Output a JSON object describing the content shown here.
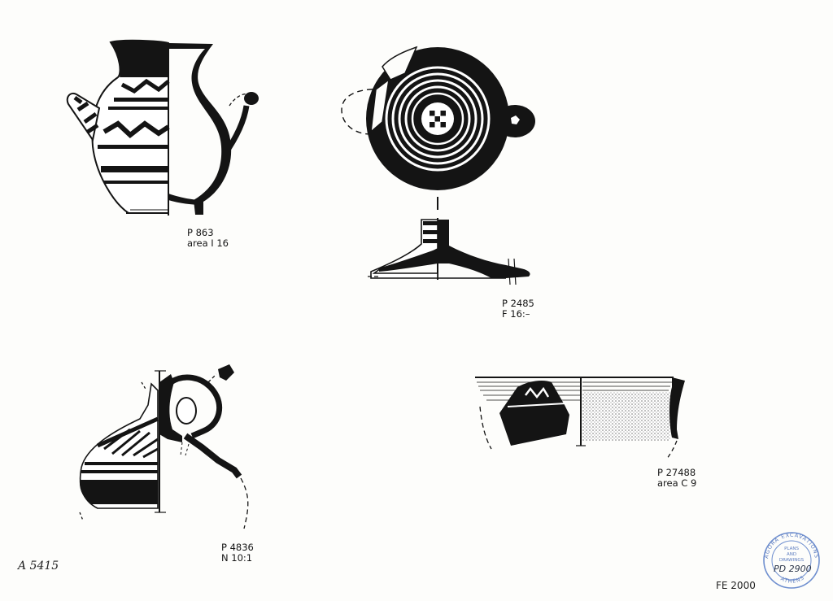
{
  "sheet": {
    "sheet_number": "A 5415",
    "filing_code": "FE 2000"
  },
  "drawings": [
    {
      "id": "p863",
      "inventory": "P 863",
      "location": "area I 16",
      "icon": "jug-profile-drawing"
    },
    {
      "id": "p2485",
      "inventory": "P 2485",
      "location": "F 16:–",
      "icon": "lamp-plan-and-section-drawing"
    },
    {
      "id": "p4836",
      "inventory": "P 4836",
      "location": "N 10:1",
      "icon": "oinochoe-fragment-drawing"
    },
    {
      "id": "p27488",
      "inventory": "P 27488",
      "location": "area C 9",
      "icon": "bowl-rim-fragment-drawing"
    }
  ],
  "stamp": {
    "ring_text_top": "AGORA EXCAVATIONS",
    "ring_text_bottom": "ATHENS",
    "center_lines": [
      "PLANS",
      "AND",
      "DRAWINGS"
    ],
    "number": "PD 2900",
    "color": "#4a6fb5"
  },
  "colors": {
    "ink": "#141414",
    "paper": "#fdfdfb"
  }
}
